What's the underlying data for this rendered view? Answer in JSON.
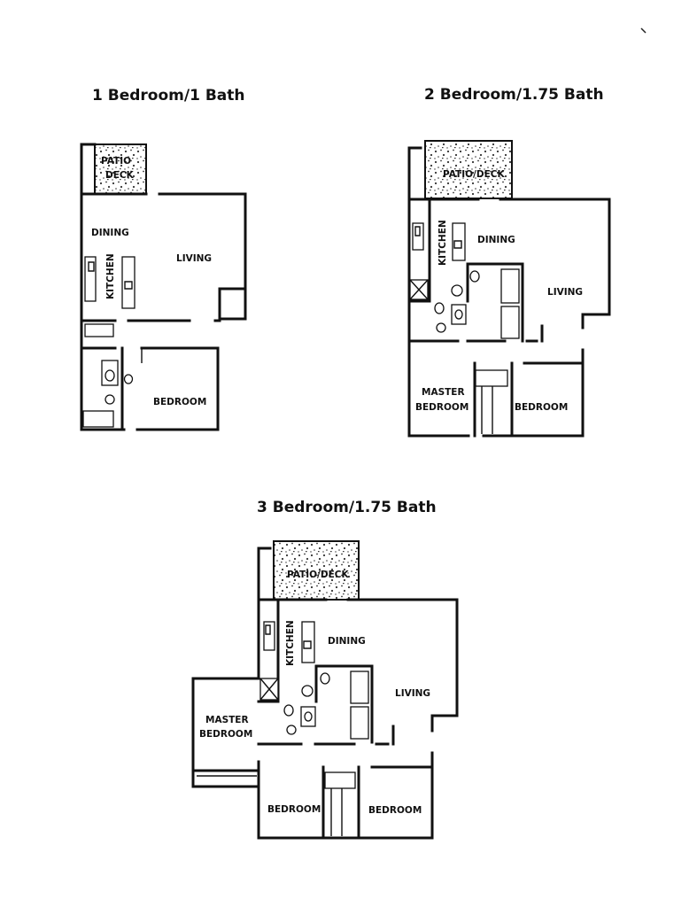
{
  "plans": [
    {
      "title": "1 Bedroom/1 Bath",
      "rooms": {
        "patio_line1": "PATIO",
        "patio_line2": "DECK",
        "dining": "DINING",
        "kitchen": "KITCHEN",
        "living": "LIVING",
        "bedroom": "BEDROOM"
      }
    },
    {
      "title": "2 Bedroom/1.75 Bath",
      "rooms": {
        "patio": "PATIO/DECK",
        "kitchen": "KITCHEN",
        "dining": "DINING",
        "living": "LIVING",
        "master_line1": "MASTER",
        "master_line2": "BEDROOM",
        "bedroom": "BEDROOM"
      }
    },
    {
      "title": "3 Bedroom/1.75 Bath",
      "rooms": {
        "patio": "PATIO/DECK",
        "kitchen": "KITCHEN",
        "dining": "DINING",
        "living": "LIVING",
        "master_line1": "MASTER",
        "master_line2": "BEDROOM",
        "bedroom_a": "BEDROOM",
        "bedroom_b": "BEDROOM"
      }
    }
  ]
}
